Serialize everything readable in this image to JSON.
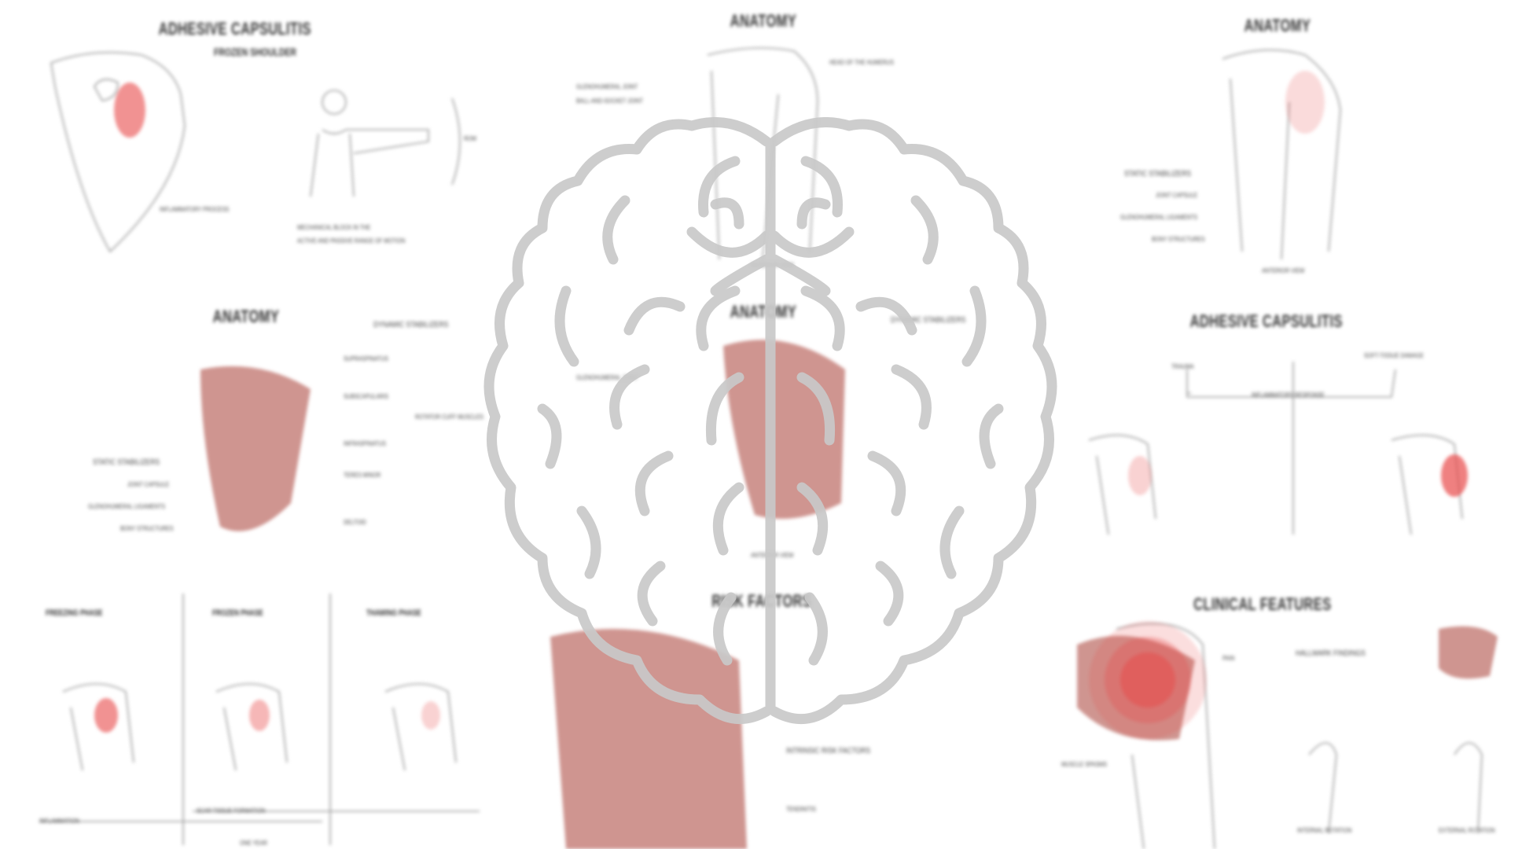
{
  "background": {
    "titles": [
      "ADHESIVE CAPSULITIS",
      "FROZEN SHOULDER",
      "ANATOMY",
      "ANATOMY",
      "ANATOMY",
      "ANATOMY",
      "ADHESIVE CAPSULITIS",
      "RISK FACTORS",
      "CLINICAL FEATURES"
    ],
    "phases": [
      "FREEZING PHASE",
      "FROZEN PHASE",
      "THAWING PHASE"
    ],
    "labels": [
      "INFLAMMATORY PROCESS",
      "MECHANICAL BLOCK IN THE",
      "ACTIVE AND PASSIVE RANGE OF MOTION",
      "ROM",
      "HEAD OF THE HUMERUS",
      "GLENOHUMERAL JOINT",
      "BALL-AND-SOCKET JOINT",
      "ANTERIOR VIEW",
      "DYNAMIC STABILIZERS",
      "STATIC STABILIZERS",
      "JOINT CAPSULE",
      "GLENOHUMERAL LIGAMENTS",
      "BONY STRUCTURES",
      "SUPRASPINATUS",
      "SUBSCAPULARIS",
      "INFRASPINATUS",
      "TERES MINOR",
      "ROTATOR CUFF MUSCLES",
      "DELTOID",
      "INFLAMMATORY RESPONSE",
      "TRAUMA",
      "SOFT-TISSUE DAMAGE",
      "PAIN",
      "HALLMARK FINDINGS",
      "INTRINSIC RISK FACTORS",
      "TENDINITIS",
      "INFLAMMATION",
      "SCAR TISSUE FORMATION",
      "ONE YEAR",
      "MUSCLE SPASMS",
      "INTERNAL ROTATION",
      "EXTERNAL ROTATION",
      "GLENOHUMERAL JOINT",
      "ANTERIOR VIEW",
      "STATIC STABILIZERS",
      "JOINT CAPSULE",
      "GLENOHUMERAL LIGAMENTS",
      "BONY STRUCTURES",
      "ANTERIOR VIEW",
      "DYNAMIC STABILIZERS"
    ]
  },
  "colors": {
    "brain": "#c9c9c9",
    "muscle": "#c7837d",
    "inflammation": "#e84a4a",
    "ink": "#333333"
  }
}
